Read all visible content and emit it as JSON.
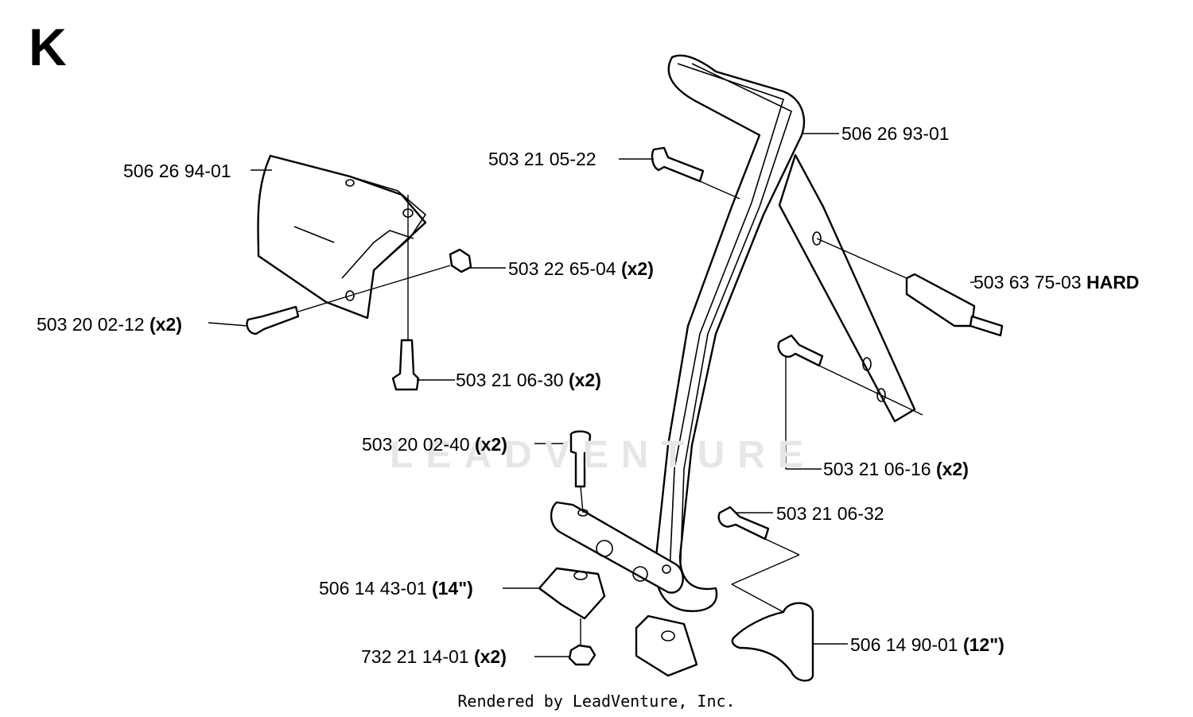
{
  "section_letter": "K",
  "footer": "Rendered by LeadVenture, Inc.",
  "watermark": "LEADVENTURE",
  "parts": [
    {
      "number": "506 26 94-01",
      "qty": ""
    },
    {
      "number": "503 21 05-22",
      "qty": ""
    },
    {
      "number": "506 26 93-01",
      "qty": ""
    },
    {
      "number": "503 22 65-04",
      "qty": "(x2)"
    },
    {
      "number": "503 63 75-03",
      "qty": "HARD"
    },
    {
      "number": "503 20 02-12",
      "qty": "(x2)"
    },
    {
      "number": "503 21 06-30",
      "qty": "(x2)"
    },
    {
      "number": "503 20 02-40",
      "qty": "(x2)"
    },
    {
      "number": "503 21 06-16",
      "qty": "(x2)"
    },
    {
      "number": "503 21 06-32",
      "qty": ""
    },
    {
      "number": "506 14 43-01",
      "qty": "(14\")"
    },
    {
      "number": "732 21 14-01",
      "qty": "(x2)"
    },
    {
      "number": "506 14 90-01",
      "qty": "(12\")"
    }
  ]
}
